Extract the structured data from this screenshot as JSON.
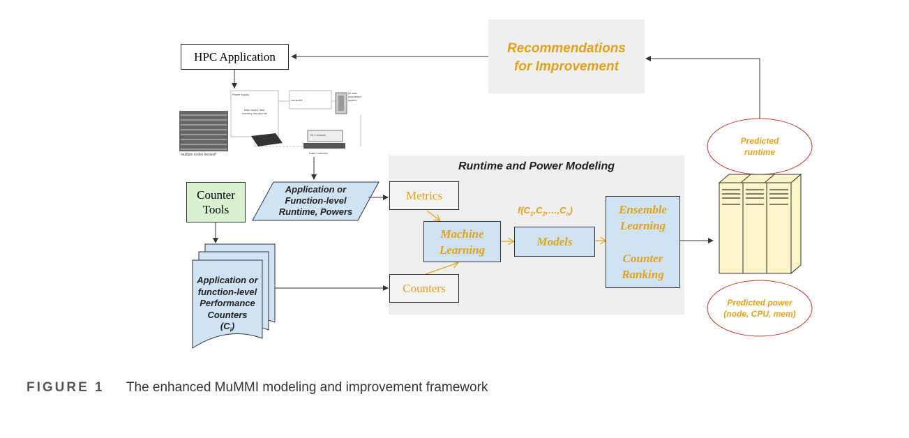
{
  "hpc_app": "HPC Application",
  "recommendations": {
    "line1": "Recommendations",
    "line2": "for Improvement"
  },
  "predicted_runtime": {
    "line1": "Predicted",
    "line2": "runtime"
  },
  "predicted_power": {
    "line1": "Predicted power",
    "line2": "(node, CPU, mem)"
  },
  "modeling_panel_title": "Runtime and Power Modeling",
  "counter_tools": {
    "line1": "Counter",
    "line2": "Tools"
  },
  "app_runtime": {
    "line1": "Application or",
    "line2": "Function-level",
    "line3": "Runtime, Powers"
  },
  "metrics": "Metrics",
  "counters": "Counters",
  "machine_learning": {
    "line1": "Machine",
    "line2": "Learning"
  },
  "models": "Models",
  "formula": {
    "f": "f(C",
    "s1": "1",
    "c1": ",C",
    "s2": "2",
    "c2": ",…,C",
    "sn": "n",
    "end": ")"
  },
  "ensemble": {
    "line1": "Ensemble",
    "line2": "Learning",
    "line3": "Counter",
    "line4": "Ranking"
  },
  "perf_counters": {
    "line1": "Application or",
    "line2": "function-level",
    "line3": "Performance",
    "line4": "Counters",
    "sym": "C",
    "sub": "i"
  },
  "hardware_image": {
    "power_supply": "Power supply",
    "computer": "computer",
    "ni_system": "NI data acquisition system",
    "mainboard": "Main board, disk, memory, fan and etc",
    "ni_chassis": "NI 1 chassis",
    "multiple_nodes": "multiple nodes beowulf",
    "data_collection": "Data Collection"
  },
  "caption": {
    "label": "FIGURE 1",
    "text": "The enhanced MuMMI modeling and improvement framework"
  },
  "colors": {
    "orange": "#e0a21c",
    "light_blue": "#cfe3f5",
    "light_green": "#d9f2d0",
    "panel_gray": "#efefef",
    "ellipse_red": "#c0392b",
    "rack_yellow": "#fbf5c9"
  }
}
